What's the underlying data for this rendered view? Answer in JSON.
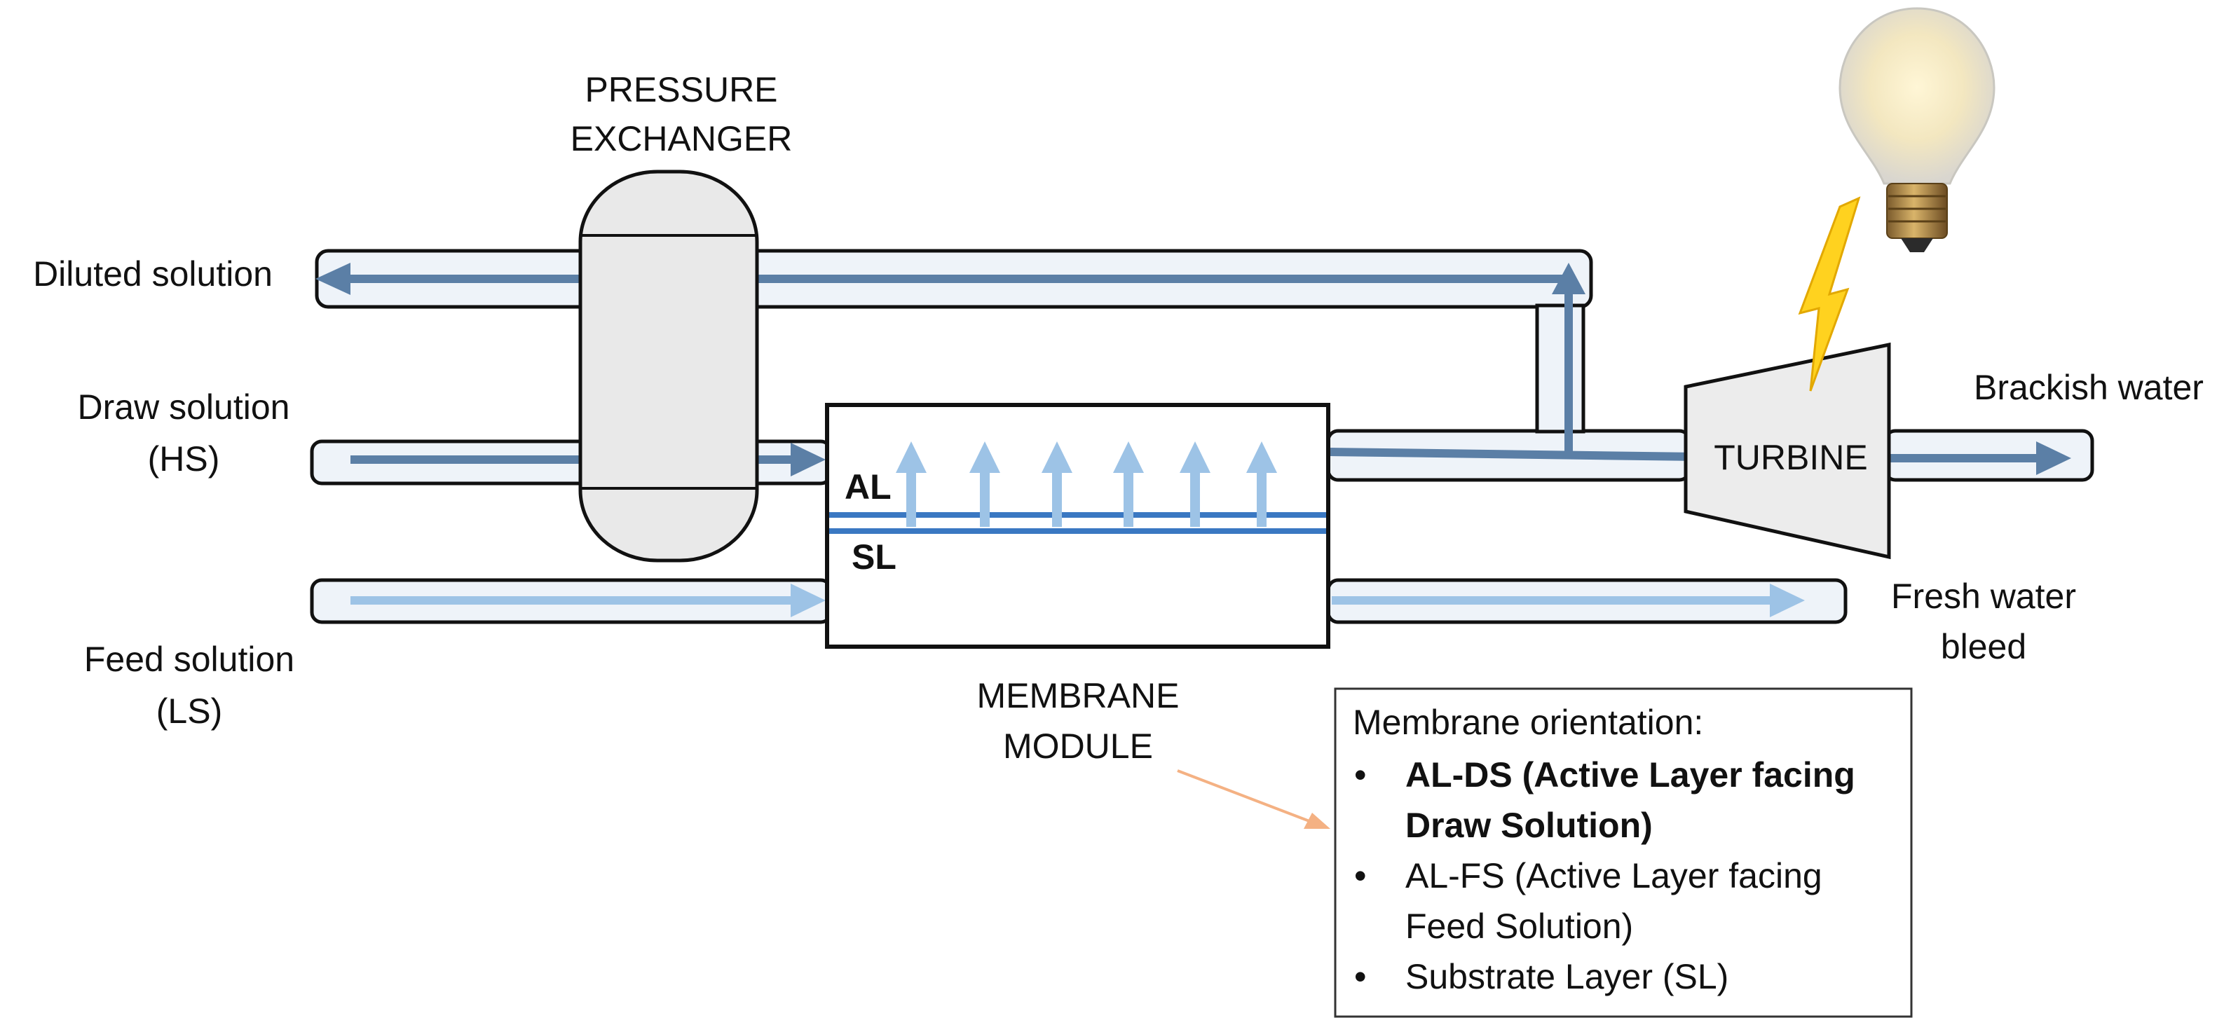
{
  "labels": {
    "pressure_exchanger_line1": "PRESSURE",
    "pressure_exchanger_line2": "EXCHANGER",
    "diluted_solution": "Diluted solution",
    "draw_solution_line1": "Draw solution",
    "draw_solution_line2": "(HS)",
    "feed_solution_line1": "Feed solution",
    "feed_solution_line2": "(LS)",
    "membrane_module_line1": "MEMBRANE",
    "membrane_module_line2": "MODULE",
    "active_layer": "AL",
    "substrate_layer": "SL",
    "turbine": "TURBINE",
    "brackish_water": "Brackish water",
    "fresh_water_bleed_line1": "Fresh water",
    "fresh_water_bleed_line2": "bleed"
  },
  "legend": {
    "title": "Membrane orientation:",
    "items": [
      {
        "lines": [
          "AL-DS (Active Layer facing",
          "Draw Solution)"
        ],
        "bold": true
      },
      {
        "lines": [
          "AL-FS (Active Layer facing",
          "Feed Solution)"
        ],
        "bold": false
      },
      {
        "lines": [
          "Substrate Layer (SL)"
        ],
        "bold": false
      }
    ],
    "bullet": "•"
  },
  "colors": {
    "dark_flow": "#5b7fa6",
    "light_flow": "#9dc3e6",
    "pipe_fill": "#eef3f9",
    "membrane_line": "#3a78c2",
    "vessel_fill": "#e9e9e9",
    "turbine_fill": "#ececec",
    "bolt_fill": "#ffd21f",
    "callout_arrow": "#f4b183"
  },
  "icons": [
    "light-bulb-icon",
    "lightning-bolt-icon"
  ]
}
